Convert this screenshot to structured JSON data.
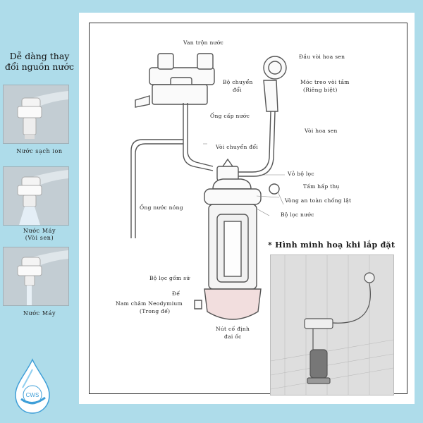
{
  "sidebar": {
    "title_line1": "Dễ dàng thay",
    "title_line2": "đổi nguồn nước",
    "modes": [
      {
        "caption_line1": "Nước sạch ion",
        "caption_line2": ""
      },
      {
        "caption_line1": "Nước Máy",
        "caption_line2": "(Vòi sen)"
      },
      {
        "caption_line1": "Nước Máy",
        "caption_line2": ""
      }
    ],
    "logo_text": "CWS"
  },
  "diagram": {
    "labels": {
      "mixing_valve": "Van trộn nước",
      "showerhead": "Đầu vòi hoa sen",
      "shower_hook_1": "Móc treo vòi tắm",
      "shower_hook_2": "(Riêng biệt)",
      "switch_1": "Bộ chuyển",
      "switch_2": "đổi",
      "supply_pipe": "Ống cấp nước",
      "shower_hose": "Vòi hoa sen",
      "switch_tap": "Vòi chuyển đổi",
      "filter_housing": "Vỏ bộ lọc",
      "absorb_plate": "Tấm hấp thụ",
      "safety_ring": "Vòng an toàn chống lật",
      "filter_unit": "Bộ lọc nước",
      "hot_pipe": "Ống nước nóng",
      "ceramic_filter": "Bộ lọc gốm sứ",
      "base": "Đế",
      "magnet_1": "Nam châm Neodymium",
      "magnet_2": "(Trong đế)",
      "lock_nut_1": "Nút cố định",
      "lock_nut_2": "đai ốc"
    },
    "inset_title": "* Hình minh hoạ khi lắp đặt"
  }
}
